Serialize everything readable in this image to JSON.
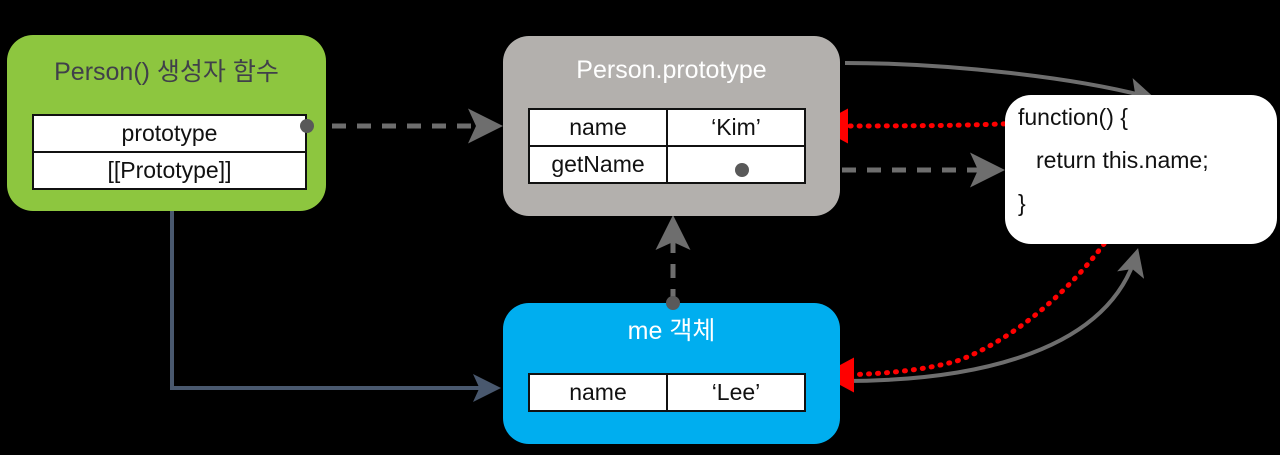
{
  "diagram": {
    "title_hidden": "JavaScript prototype chain diagram",
    "background": "#000000",
    "nodes": {
      "constructor_function": {
        "label": "Person() 생성자 함수",
        "color": "#8DC63F",
        "rows": [
          {
            "name": "prototype"
          },
          {
            "name": "[[Prototype]]"
          }
        ]
      },
      "prototype_object": {
        "label": "Person.prototype",
        "color": "#b3b0ad",
        "rows": [
          {
            "key": "name",
            "value": "‘Kim’"
          },
          {
            "key": "getName",
            "value": ""
          }
        ]
      },
      "instance_object": {
        "label": "me 객체",
        "color": "#00AEEF",
        "rows": [
          {
            "key": "name",
            "value": "‘Lee’"
          }
        ]
      },
      "function_body": {
        "color": "#ffffff",
        "lines": [
          "function() {",
          "return this.name;",
          "}"
        ]
      }
    },
    "edges": {
      "colors": {
        "gray": "#6e6e6e",
        "dark_gray": "#595959",
        "red": "#FF0000",
        "navy": "#49586e"
      }
    }
  }
}
